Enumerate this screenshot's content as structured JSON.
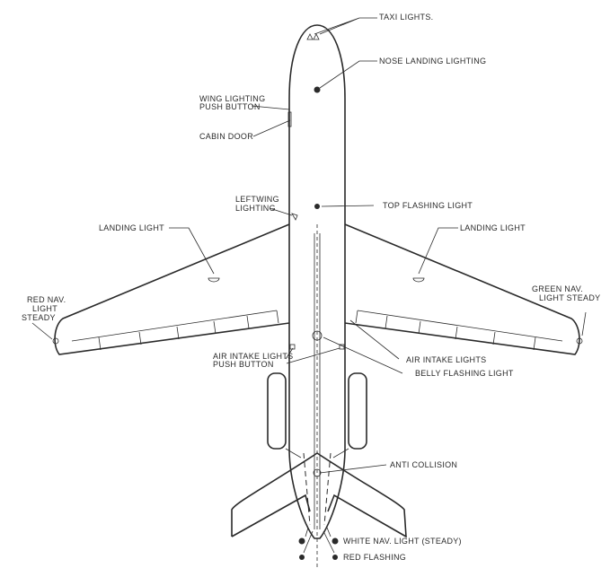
{
  "labels": {
    "taxi_lights": "TAXI LIGHTS.",
    "nose_landing": "NOSE LANDING LIGHTING",
    "wing_push_1": "WING LIGHTING",
    "wing_push_2": "PUSH BUTTON",
    "cabin_door": "CABIN DOOR",
    "leftwing_1": "LEFTWING",
    "leftwing_2": "LIGHTING",
    "top_flashing": "TOP FLASHING LIGHT",
    "landing_left": "LANDING LIGHT",
    "landing_right": "LANDING LIGHT",
    "red_nav_1": "RED NAV.",
    "red_nav_2": "LIGHT",
    "red_nav_3": "STEADY",
    "green_nav_1": "GREEN NAV.",
    "green_nav_2": "LIGHT STEADY",
    "air_push_1": "AIR INTAKE LIGHTS",
    "air_push_2": "PUSH BUTTON",
    "air_intake": "AIR INTAKE LIGHTS",
    "belly_flashing": "BELLY FLASHING LIGHT",
    "anti_collision": "ANTI COLLISION",
    "white_nav": "WHITE NAV. LIGHT (STEADY)",
    "red_flashing": "RED FLASHING"
  }
}
